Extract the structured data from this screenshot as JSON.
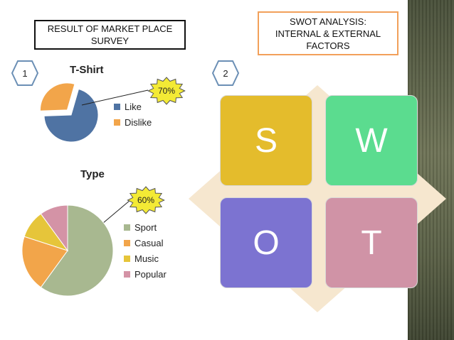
{
  "left_title": [
    "RESULT OF MARKET PLACE",
    "SURVEY"
  ],
  "right_title": [
    "SWOT ANALYSIS:",
    "INTERNAL & EXTERNAL",
    "FACTORS"
  ],
  "badges": [
    "1",
    "2"
  ],
  "callouts": [
    "70%",
    "60%"
  ],
  "chart_data": [
    {
      "type": "pie",
      "title": "T-Shirt",
      "categories": [
        "Like",
        "Dislike"
      ],
      "values": [
        70,
        30
      ],
      "colors": [
        "#4f73a3",
        "#f2a54a"
      ],
      "exploded": [
        false,
        true
      ],
      "legend": "right"
    },
    {
      "type": "pie",
      "title": "Type",
      "categories": [
        "Sport",
        "Casual",
        "Music",
        "Popular"
      ],
      "values": [
        60,
        20,
        10,
        10
      ],
      "colors": [
        "#a8b890",
        "#f2a54a",
        "#e6c53a",
        "#d493a6"
      ],
      "legend": "right"
    }
  ],
  "swot": [
    {
      "letter": "S",
      "color": "#e4bc2c"
    },
    {
      "letter": "W",
      "color": "#5bdc8f"
    },
    {
      "letter": "O",
      "color": "#7c73d1"
    },
    {
      "letter": "T",
      "color": "#d093a6"
    }
  ],
  "swot_diamond_color": "#f6e7cf"
}
